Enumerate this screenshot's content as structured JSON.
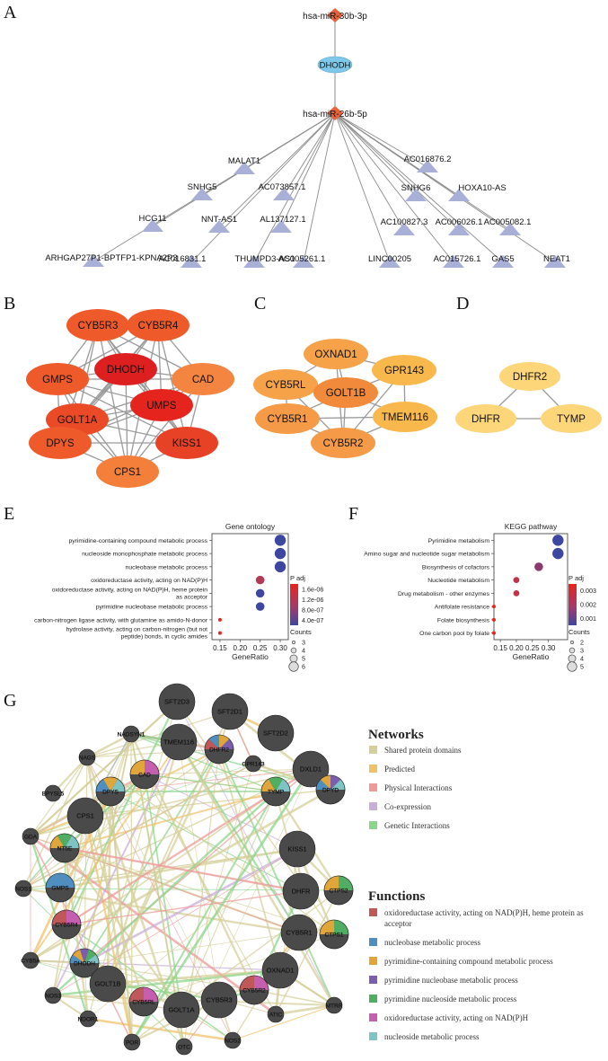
{
  "panels": {
    "A": {
      "label": "A"
    },
    "B": {
      "label": "B"
    },
    "C": {
      "label": "C"
    },
    "D": {
      "label": "D"
    },
    "E": {
      "label": "E"
    },
    "F": {
      "label": "F"
    },
    "G": {
      "label": "G"
    }
  },
  "panelA": {
    "mirna1": "hsa-miR-30b-3p",
    "mrna": "DHODH",
    "mirna2": "hsa-miR-26b-5p",
    "lncrnas": [
      "MALAT1",
      "AC016876.2",
      "SNHG5",
      "AC073857.1",
      "SNHG6",
      "HOXA10-AS",
      "HCG11",
      "NNT-AS1",
      "AL137127.1",
      "AC100827.3",
      "AC006026.1",
      "AC005082.1",
      "ARHGAP27P1-BPTFP1-KPNA2P3",
      "AC016831.1",
      "THUMPD3-AS1",
      "AC005261.1",
      "LINC00205",
      "AC015726.1",
      "GAS5",
      "NEAT1"
    ],
    "colors": {
      "mirna": "#e8613a",
      "mrna": "#7ec8ea",
      "lncrna": "#a9b0d8",
      "edge": "#8c8c8c"
    }
  },
  "panelB": {
    "nodes": [
      "CYB5R3",
      "CYB5R4",
      "GMPS",
      "DHODH",
      "CAD",
      "UMPS",
      "GOLT1A",
      "DPYS",
      "KISS1",
      "CPS1"
    ],
    "colors": [
      "#ee5a2a",
      "#ee5a2a",
      "#ee5a2a",
      "#de1f20",
      "#f38540",
      "#e5241e",
      "#eb4a27",
      "#ee5a2a",
      "#e84226",
      "#f47f3a"
    ]
  },
  "panelC": {
    "nodes": [
      "OXNAD1",
      "GPR143",
      "CYB5RL",
      "GOLT1B",
      "CYB5R1",
      "TMEM116",
      "CYB5R2"
    ],
    "colors": [
      "#f5a249",
      "#f8b84c",
      "#f5a249",
      "#f28a3c",
      "#f59a46",
      "#f8b84c",
      "#f59a46"
    ]
  },
  "panelD": {
    "nodes": [
      "DHFR2",
      "DHFR",
      "TYMP"
    ],
    "color": "#fdd67a"
  },
  "chart_data": [
    {
      "type": "scatter",
      "title": "Gene ontology",
      "xlabel": "GeneRatio",
      "ylabel": "",
      "xlim": [
        0.13,
        0.32
      ],
      "xticks": [
        "0.15",
        "0.20",
        "0.25",
        "0.30"
      ],
      "categories": [
        "pyrimidine-containing compound metabolic process",
        "nucleoside monophosphate metabolic process",
        "nucleobase metabolic process",
        "oxidoreductase activity, acting on NAD(P)H",
        "oxidoreductase activity, acting on NAD(P)H, heme protein as acceptor",
        "pyrimidine nucleobase metabolic process",
        "carbon-nitrogen ligase activity, with glutamine as amido-N-donor",
        "hydrolase activity, acting on carbon-nitrogen (but not peptide) bonds, in cyclic amides"
      ],
      "category_lines": [
        [
          "pyrimidine-containing compound metabolic process"
        ],
        [
          "nucleoside monophosphate metabolic process"
        ],
        [
          "nucleobase metabolic process"
        ],
        [
          "oxidoreductase activity, acting on NAD(P)H"
        ],
        [
          "oxidoreductase activity, acting on NAD(P)H, heme protein",
          "as acceptor"
        ],
        [
          "pyrimidine nucleobase metabolic process"
        ],
        [
          "carbon-nitrogen ligase activity, with glutamine as amido-N-donor"
        ],
        [
          "hydrolase activity, acting on carbon-nitrogen (but not",
          "peptide) bonds, in cyclic amides"
        ]
      ],
      "gene_ratio": [
        0.3,
        0.3,
        0.3,
        0.25,
        0.25,
        0.25,
        0.15,
        0.15
      ],
      "counts": [
        6,
        6,
        6,
        5,
        5,
        5,
        3,
        3
      ],
      "dot_colors": [
        "#3d47a1",
        "#3d47a1",
        "#3d47a1",
        "#b33a55",
        "#3d47a1",
        "#3d47a1",
        "#e8231f",
        "#e8231f"
      ],
      "legend": {
        "color_title": "P adj",
        "color_ticks": [
          "1.6e-06",
          "1.2e-06",
          "8.0e-07",
          "4.0e-07"
        ],
        "size_title": "Counts",
        "size_ticks": [
          "3",
          "4",
          "5",
          "6"
        ]
      }
    },
    {
      "type": "scatter",
      "title": "KEGG pathway",
      "xlabel": "GeneRatio",
      "ylabel": "",
      "xlim": [
        0.13,
        0.36
      ],
      "xticks": [
        "0.15",
        "0.20",
        "0.25",
        "0.30"
      ],
      "categories": [
        "Pyrimidine metabolism",
        "Amino sugar and nucleotide sugar metabolism",
        "Biosynthesis of cofactors",
        "Nucleotide metabolism",
        "Drug metabolism - other enzymes",
        "Antifolate resistance",
        "Folate biosynthesis",
        "One carbon pool by folate"
      ],
      "gene_ratio": [
        0.33,
        0.33,
        0.27,
        0.2,
        0.2,
        0.13,
        0.13,
        0.13
      ],
      "counts": [
        5,
        5,
        4,
        3,
        3,
        2,
        2,
        2
      ],
      "dot_colors": [
        "#3d47a1",
        "#3d47a1",
        "#8a3a6e",
        "#c0344a",
        "#c0344a",
        "#e8231f",
        "#e8231f",
        "#e8231f"
      ],
      "legend": {
        "color_title": "P adj",
        "color_ticks": [
          "0.003",
          "0.002",
          "0.001"
        ],
        "size_title": "Counts",
        "size_ticks": [
          "2",
          "3",
          "4",
          "5"
        ]
      }
    }
  ],
  "panelG": {
    "nodes": [
      "NADSYN1",
      "SFT2D3",
      "SFT2D1",
      "NAGS",
      "CAD",
      "TMEM116",
      "DHFR2",
      "SFT2D2",
      "BPYSL5",
      "DPYS",
      "GPR143",
      "DXLD1",
      "CPS1",
      "TYMP",
      "DPYD",
      "GDA",
      "NT5E",
      "KISS1",
      "NOS1",
      "GMPS",
      "DHFR",
      "CTPS2",
      "CYB5R4",
      "CYB5R1",
      "CTPS1",
      "CYB5A",
      "DHODH",
      "OXNAD1",
      "NOS3",
      "GOLT1B",
      "CYB5R2",
      "MTRR",
      "CYB5RL",
      "CYB5R3",
      "NDOR1",
      "GOLT1A",
      "ATIC",
      "POR",
      "NOS2",
      "OTC"
    ],
    "networks_title": "Networks",
    "networks": [
      {
        "label": "Shared protein domains",
        "color": "#d6cf9a"
      },
      {
        "label": "Predicted",
        "color": "#f0c268"
      },
      {
        "label": "Physical Interactions",
        "color": "#ee9a9a"
      },
      {
        "label": "Co-expression",
        "color": "#c9aedb"
      },
      {
        "label": "Genetic Interactions",
        "color": "#8bd68b"
      }
    ],
    "functions_title": "Functions",
    "functions": [
      {
        "label": "oxidoreductase activity, acting on NAD(P)H, heme protein as",
        "label2": "acceptor",
        "color": "#c0585a"
      },
      {
        "label": "nucleobase metabolic process",
        "color": "#4f8fc0"
      },
      {
        "label": "pyrimidine-containing compound metabolic process",
        "color": "#e0a63a"
      },
      {
        "label": "pyrimidine nucleobase metabolic process",
        "color": "#7b5fae"
      },
      {
        "label": "pyrimidine nucleoside metabolic process",
        "color": "#4fae62"
      },
      {
        "label": "oxidoreductase activity, acting on NAD(P)H",
        "color": "#c75fb0"
      },
      {
        "label": "nucleoside metabolic process",
        "color": "#7fc4c4"
      }
    ]
  }
}
